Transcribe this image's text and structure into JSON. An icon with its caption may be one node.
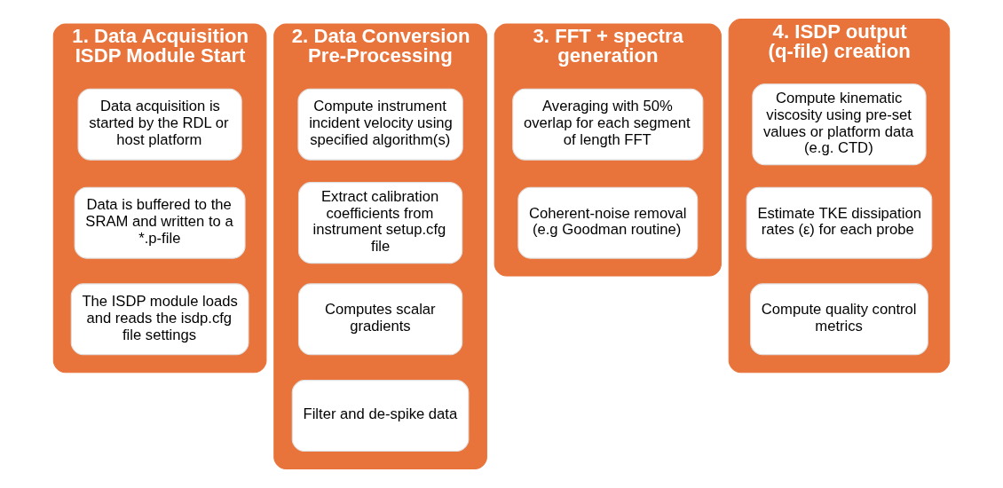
{
  "diagram": {
    "nodes": [
      {
        "text": [
          "1. Data Acquisition ISDP Module Start"
        ]
      },
      {
        "text": [
          "Data acquisition is started by the RDL or host platform"
        ],
        "in": 0
      },
      {
        "text": [
          "Data is buffered to the SRAM and written to a *.p-file"
        ],
        "in": 0
      },
      {
        "text": [
          "The ISDP module loads and reads the isdp.cfg file settings"
        ],
        "in": 0
      },
      {
        "text": [
          "2. Data Conversion Pre-Processing"
        ]
      },
      {
        "text": [
          "Compute instrument incident velocity using specified algorithm(s)"
        ],
        "in": 4
      },
      {
        "text": [
          "Extract calibration coefficients from instrument setup.cfg file"
        ],
        "in": 4
      },
      {
        "text": [
          "Computes scalar gradients"
        ],
        "in": 4
      },
      {
        "text": [
          "Filter and de-spike data"
        ],
        "in": 4
      },
      {
        "text": [
          "3. FFT + spectra generation"
        ]
      },
      {
        "text": [
          "Averaging with 50% overlap for each segment of length FFT"
        ],
        "in": 9
      },
      {
        "text": [
          "Coherent-noise removal (e.g Goodman routine)"
        ],
        "in": 9
      },
      {
        "text": [
          "4. ISDP output (q-file) creation"
        ]
      },
      {
        "text": [
          "Compute kinematic viscosity using pre-set values or platform data (e.g. CTD)"
        ],
        "in": 12
      },
      {
        "text": [
          "Estimate TKE dissipation rates (ε) for each probe"
        ],
        "in": 12
      },
      {
        "text": [
          "Compute quality control metrics"
        ],
        "in": 12
      }
    ],
    "edges": []
  }
}
